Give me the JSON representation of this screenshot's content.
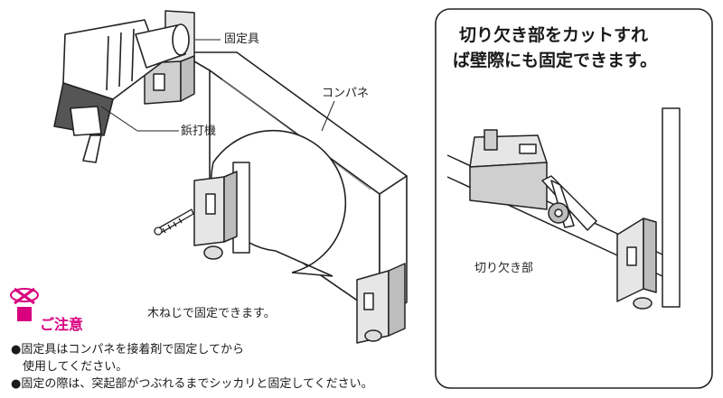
{
  "labels": {
    "fixture": "固定具",
    "panel": "コンパネ",
    "nailer": "鋲打機",
    "wood_screw": "木ねじで固定できます。",
    "notch": "切り欠き部"
  },
  "callout": {
    "line1": "切り欠き部をカットすれ",
    "line2": "ば壁際にも固定できます。"
  },
  "caution": {
    "title": "ご注意",
    "note1_line1": "●固定具はコンパネを接着剤で固定してから",
    "note1_line2": "使用してください。",
    "note2": "●固定の際は、突起部がつぶれるまでシッカリと固定してください。"
  },
  "colors": {
    "accent": "#d8007e",
    "outline": "#222222",
    "part_fill": "#e6e6e6",
    "part_shadow": "#bdbdbd"
  }
}
